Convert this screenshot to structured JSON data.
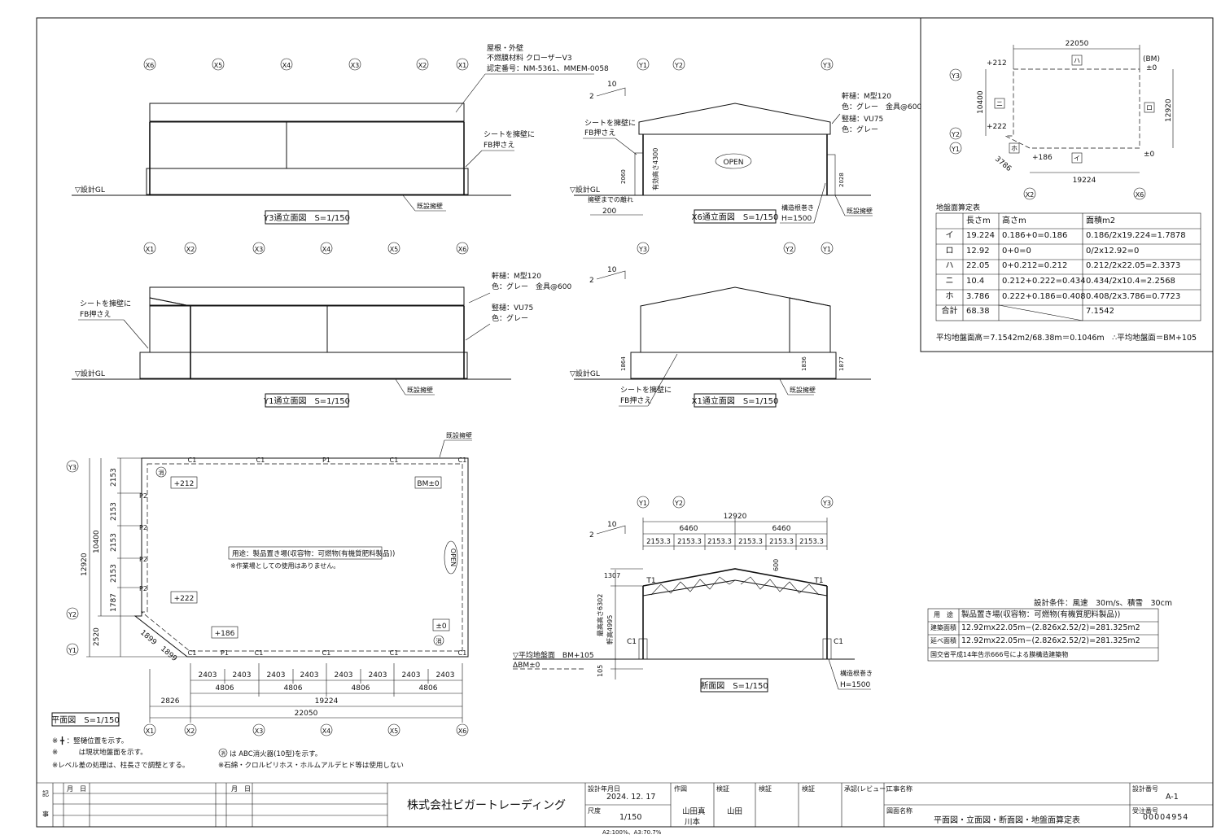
{
  "grid_labels": {
    "x1": "X1",
    "x2": "X2",
    "x3": "X3",
    "x4": "X4",
    "x5": "X5",
    "x6": "X6",
    "y1": "Y1",
    "y2": "Y2",
    "y3": "Y3"
  },
  "elev_y3": {
    "title": "Y3通立面図　S=1/150",
    "note_roof_1": "屋根・外壁",
    "note_roof_2": "不燃膜材料 クローザーV3",
    "note_roof_3": "認定番号：NM-5361、MMEM-0058",
    "note_sheet_1": "シートを擁壁に",
    "note_sheet_2": "FB押さえ",
    "gl": "▽設計GL",
    "existing_wall": "既設擁壁"
  },
  "elev_x6": {
    "title": "X6通立面図　S=1/150",
    "slope_top": "10",
    "slope_side": "2",
    "note_sheet_1": "シートを擁壁に",
    "note_sheet_2": "FB押さえ",
    "gl": "▽設計GL",
    "wall_dist": "擁壁までの離れ",
    "dim_200": "200",
    "h_2060": "2060",
    "h_4300": "有効高さ4300",
    "h_2028": "2028",
    "open": "OPEN",
    "eave_1": "軒樋：M型120",
    "eave_2": "色：グレー　金具@600",
    "down_1": "竪樋：VU75",
    "down_2": "色：グレー",
    "base_1": "構造根巻き",
    "base_2": "H=1500",
    "existing_wall": "既設擁壁"
  },
  "elev_y1": {
    "title": "Y1通立面図　S=1/150",
    "note_sheet_1": "シートを擁壁に",
    "note_sheet_2": "FB押さえ",
    "gl": "▽設計GL",
    "eave_1": "軒樋：M型120",
    "eave_2": "色：グレー　金具@600",
    "down_1": "竪樋：VU75",
    "down_2": "色：グレー",
    "existing_wall": "既設擁壁"
  },
  "elev_x1": {
    "title": "X1通立面図　S=1/150",
    "slope_top": "10",
    "slope_side": "2",
    "gl": "▽設計GL",
    "h_1864": "1864",
    "h_1836": "1836",
    "h_1877": "1877",
    "note_sheet_1": "シートを擁壁に",
    "note_sheet_2": "FB押さえ",
    "existing_wall": "既設擁壁"
  },
  "plan": {
    "title": "平面図　S=1/150",
    "existing_wall": "既設擁壁",
    "lv_212": "+212",
    "lv_222": "+222",
    "lv_186": "+186",
    "lv_0": "±0",
    "bm": "BM±0",
    "fire": "消",
    "use_line": "用途：製品置き場(収容物：可燃物(有機質肥料製品))",
    "use_note": "※作業場としての使用はありません。",
    "open": "OPEN",
    "c1": "C1",
    "p1": "P1",
    "p2": "P2",
    "dim_2153": "2153",
    "dim_1787": "1787",
    "dim_2520": "2520",
    "dim_10400": "10400",
    "dim_12920": "12920",
    "dim_1899": "1899",
    "dim_2403": "2403",
    "dim_4806": "4806",
    "dim_2826": "2826",
    "dim_19224": "19224",
    "dim_22050": "22050",
    "legend_1": "※ ╋ ：竪樋位置を示す。",
    "legend_2": "※　　　は現状地盤面を示す。",
    "legend_3": "※レベル差の処理は、柱長さで調整とする。",
    "legend_4": "は ABC消火器(10型)を示す。",
    "legend_5": "※石綿・クロルピリホス・ホルムアルデヒド等は使用しない"
  },
  "section": {
    "title": "断面図　S=1/150",
    "slope_top": "10",
    "slope_side": "2",
    "dim_12920": "12920",
    "dim_6460": "6460",
    "dim_2153_3": "2153.3",
    "dim_1307": "1307",
    "dim_6302": "最高高さ6302",
    "dim_4995": "軒高4995",
    "dim_105": "105",
    "dim_600": "600",
    "t1": "T1",
    "c1": "C1",
    "avg_gl": "▽平均地盤面　BM+105",
    "bm": "ΔBM±0",
    "base_1": "構造根巻き",
    "base_2": "H=1500"
  },
  "site": {
    "dim_22050": "22050",
    "dim_10400": "10400",
    "dim_12920": "12920",
    "dim_19224": "19224",
    "dim_3786": "3786",
    "lv_212": "+212",
    "lv_222": "+222",
    "lv_186": "+186",
    "lv_0": "±0",
    "bm_1": "(BM)",
    "bm_2": "±0",
    "ha": "ハ",
    "ni": "ニ",
    "ro": "ロ",
    "ho": "ホ",
    "i": "イ"
  },
  "ground_table": {
    "caption": "地盤面算定表",
    "headers": [
      "",
      "長さm",
      "高さm",
      "面積m2"
    ],
    "rows": [
      [
        "イ",
        "19.224",
        "0.186+0=0.186",
        "0.186/2x19.224=1.7878"
      ],
      [
        "ロ",
        "12.92",
        "0+0=0",
        "0/2x12.92=0"
      ],
      [
        "ハ",
        "22.05",
        "0+0.212=0.212",
        "0.212/2x22.05=2.3373"
      ],
      [
        "ニ",
        "10.4",
        "0.212+0.222=0.434",
        "0.434/2x10.4=2.2568"
      ],
      [
        "ホ",
        "3.786",
        "0.222+0.186=0.408",
        "0.408/2x3.786=0.7723"
      ],
      [
        "合計",
        "68.38",
        "",
        "7.1542"
      ]
    ],
    "note": "平均地盤面高＝7.1542m2/68.38m＝0.1046m　∴平均地盤面＝BM+105"
  },
  "design_table": {
    "caption": "設計条件：風速　30m/s、積雪　30cm",
    "rows": [
      [
        "用　途",
        "製品置き場(収容物：可燃物(有機質肥料製品))"
      ],
      [
        "建築面積",
        "12.92mx22.05m−(2.826x2.52/2)=281.325m2"
      ],
      [
        "延べ面積",
        "12.92mx22.05m−(2.826x2.52/2)=281.325m2"
      ]
    ],
    "footer": "国交省平成14年告示666号による膜構造建築物"
  },
  "title_block": {
    "remark_1": "記",
    "remark_2": "事",
    "month_day_1": "月　日",
    "month_day_2": "月　日",
    "company": "株式会社ビガートレーディング",
    "design_date_label": "設計年月日",
    "design_date": "2024. 12. 17",
    "scale_label": "尺度",
    "scale": "1/150",
    "drawn_label": "作図",
    "drawn_1": "山田真",
    "drawn_2": "川本",
    "check_label": "検証",
    "checker": "山田",
    "check2_label": "検証",
    "check3_label": "検証",
    "approve_label": "承認(レビュー)",
    "project_label": "工事名称",
    "drawing_label": "図面名称",
    "drawing_name": "平面図・立面図・断面図・地盤面算定表",
    "design_no_label": "設計番号",
    "design_no": "A-1",
    "order_no_label": "受注番号",
    "order_no": "00004954",
    "paper_note": "A2:100%、A3:70.7%"
  }
}
